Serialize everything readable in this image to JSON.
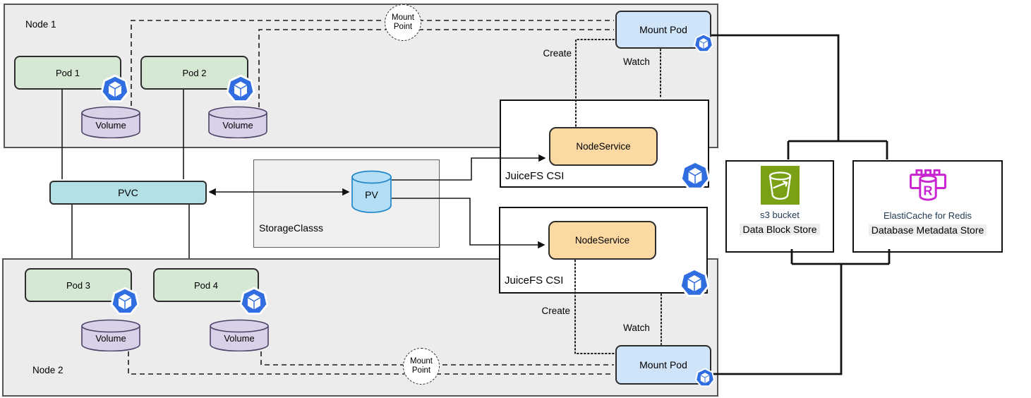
{
  "node1": {
    "label": "Node 1",
    "pods": [
      {
        "label": "Pod 1"
      },
      {
        "label": "Pod 2"
      }
    ],
    "volumes": [
      "Volume",
      "Volume"
    ],
    "mount_point": {
      "line1": "Mount",
      "line2": "Point"
    },
    "mount_pod": "Mount Pod"
  },
  "node2": {
    "label": "Node 2",
    "pods": [
      {
        "label": "Pod 3"
      },
      {
        "label": "Pod 4"
      }
    ],
    "volumes": [
      "Volume",
      "Volume"
    ],
    "mount_point": {
      "line1": "Mount",
      "line2": "Point"
    },
    "mount_pod": "Mount Pod"
  },
  "pvc": {
    "label": "PVC"
  },
  "pv": {
    "label": "PV"
  },
  "storage_class": {
    "label": "StorageClasss"
  },
  "csi_top": {
    "label": "JuiceFS CSI",
    "node_service": "NodeService",
    "create": "Create",
    "watch": "Watch"
  },
  "csi_bottom": {
    "label": "JuiceFS CSI",
    "node_service": "NodeService",
    "create": "Create",
    "watch": "Watch"
  },
  "s3": {
    "name": "s3 bucket",
    "store": "Data Block Store"
  },
  "redis": {
    "name": "ElastiCache for Redis",
    "store": "Database Metadata Store"
  },
  "icons": {
    "kubernetes": "kubernetes-icon",
    "s3_bucket": "s3-bucket-icon",
    "elasticache_redis": "elasticache-redis-icon"
  },
  "colors": {
    "node_bg": "#ececec",
    "pod_green": "#d5e8d4",
    "volume_purple": "#d8d1e8",
    "pvc_teal": "#b2e0e4",
    "pv_blue": "#b3def6",
    "mount_pod_blue": "#cfe3f9",
    "node_service_orange": "#fcd9a3",
    "kubernetes_blue": "#2f6de0",
    "s3_green": "#7aa116",
    "redis_magenta": "#C925D1"
  }
}
